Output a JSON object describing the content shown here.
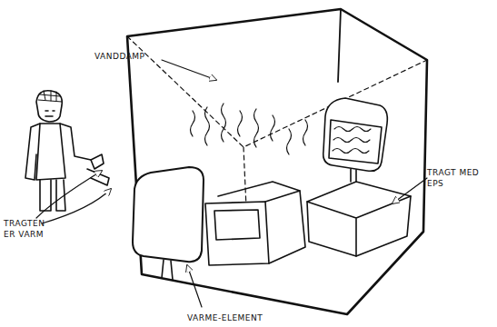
{
  "diagram": {
    "labels": [
      "VANDDAMP",
      "TRAGT MED EPS",
      "TRAGTEN ER VARM",
      "VARME-ELEMENT"
    ]
  }
}
